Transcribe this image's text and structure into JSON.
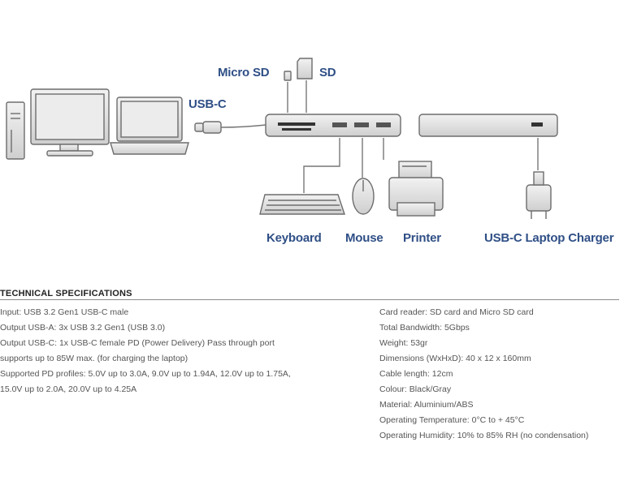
{
  "labels": {
    "micro_sd": "Micro SD",
    "sd": "SD",
    "usb_c": "USB-C",
    "keyboard": "Keyboard",
    "mouse": "Mouse",
    "printer": "Printer",
    "charger": "USB-C Laptop Charger"
  },
  "specs": {
    "title": "TECHNICAL SPECIFICATIONS",
    "left": [
      "Input: USB 3.2 Gen1 USB-C male",
      "Output USB-A: 3x USB 3.2 Gen1 (USB 3.0)",
      "Output USB-C: 1x USB-C female PD (Power Delivery) Pass through port",
      "supports up to 85W max. (for charging the laptop)",
      "Supported PD profiles: 5.0V up to 3.0A, 9.0V up to 1.94A, 12.0V up to 1.75A,",
      "15.0V up to 2.0A, 20.0V up to 4.25A"
    ],
    "right": [
      "Card reader: SD card and Micro SD card",
      "Total Bandwidth: 5Gbps",
      "Weight: 53gr",
      "Dimensions (WxHxD): 40 x 12 x 160mm",
      "Cable length: 12cm",
      "Colour: Black/Gray",
      "Material: Aluminium/ABS",
      "Operating Temperature: 0°C to + 45°C",
      "Operating Humidity: 10% to 85% RH (no condensation)"
    ]
  },
  "colors": {
    "label_blue": "#2f4f86",
    "line_gray": "#7a7a7a",
    "device_fill": "#d9d9d9"
  }
}
